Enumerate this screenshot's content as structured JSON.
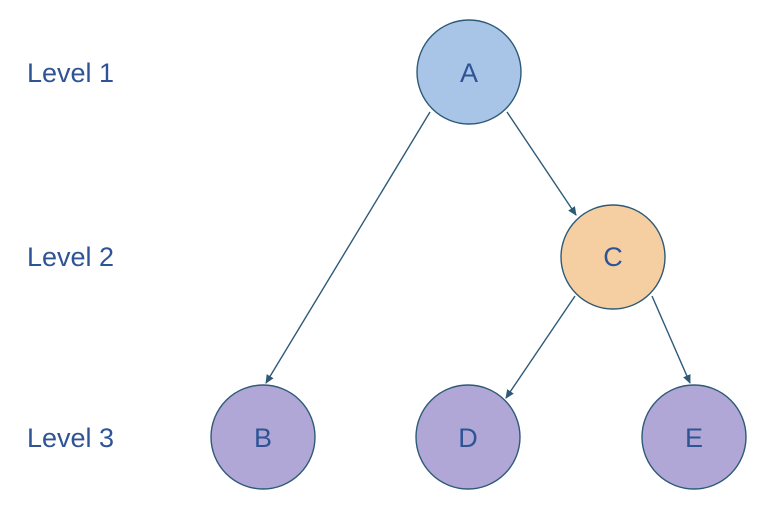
{
  "levels": [
    {
      "label": "Level 1"
    },
    {
      "label": "Level 2"
    },
    {
      "label": "Level 3"
    }
  ],
  "nodes": [
    {
      "id": "A",
      "label": "A",
      "level": 1,
      "fill": "#a8c4e6",
      "stroke": "#2e5a78"
    },
    {
      "id": "C",
      "label": "C",
      "level": 2,
      "fill": "#f5cfa1",
      "stroke": "#2e5a78"
    },
    {
      "id": "B",
      "label": "B",
      "level": 3,
      "fill": "#b0a7d6",
      "stroke": "#2e5a78"
    },
    {
      "id": "D",
      "label": "D",
      "level": 3,
      "fill": "#b0a7d6",
      "stroke": "#2e5a78"
    },
    {
      "id": "E",
      "label": "E",
      "level": 3,
      "fill": "#b0a7d6",
      "stroke": "#2e5a78"
    }
  ],
  "edges": [
    {
      "from": "A",
      "to": "B"
    },
    {
      "from": "A",
      "to": "C"
    },
    {
      "from": "C",
      "to": "D"
    },
    {
      "from": "C",
      "to": "E"
    }
  ],
  "colors": {
    "text": "#2f5496",
    "edge": "#2e5a78"
  }
}
